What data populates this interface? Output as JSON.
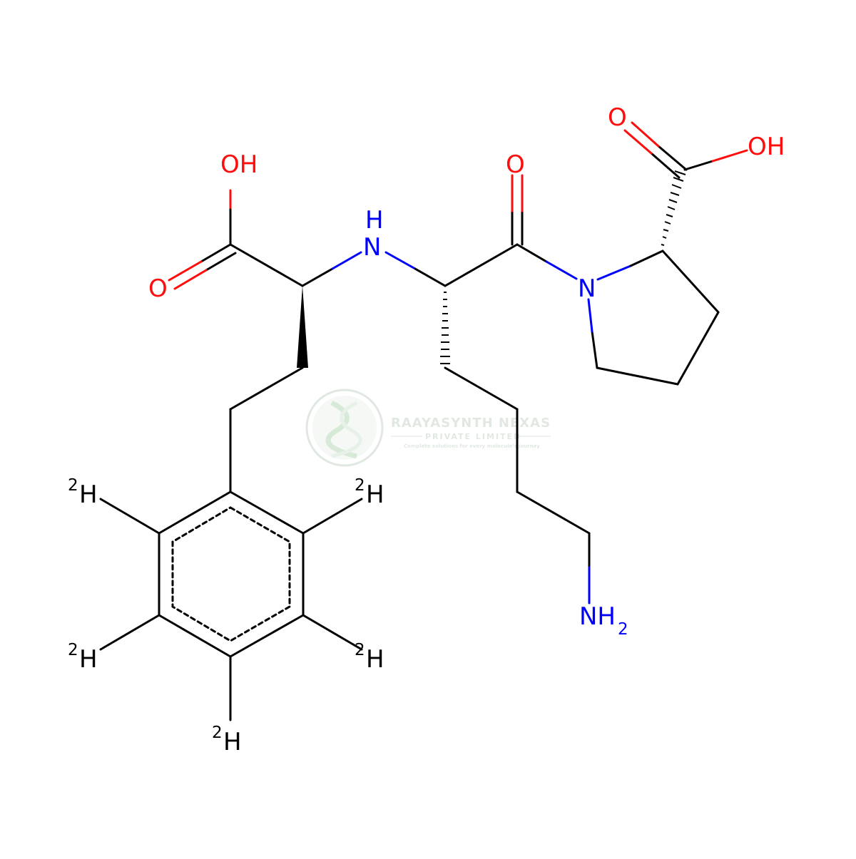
{
  "colors": {
    "bond": "#000000",
    "oxygen": "#ff0d0d",
    "nitrogen": "#0000ff",
    "carbon_label": "#000000",
    "watermark": "#c9d6c9"
  },
  "atoms": {
    "o_hydroxyl_left": "OH",
    "o_carbonyl_left": "O",
    "nh_h": "H",
    "nh_n": "N",
    "o_carbonyl_amide": "O",
    "n_proline": "N",
    "o_carbonyl_right": "O",
    "o_hydroxyl_right": "OH",
    "nh2_main": "NH",
    "nh2_sub": "2",
    "deuterium_mass": "2",
    "deuterium_symbol": "H"
  },
  "watermark": {
    "name": "RAAYASYNTH NEXAS",
    "subtitle": "PRIVATE LIMITED",
    "tagline": "Complete solutions for every molecule's journey",
    "icon": "dna-helix-logo"
  }
}
